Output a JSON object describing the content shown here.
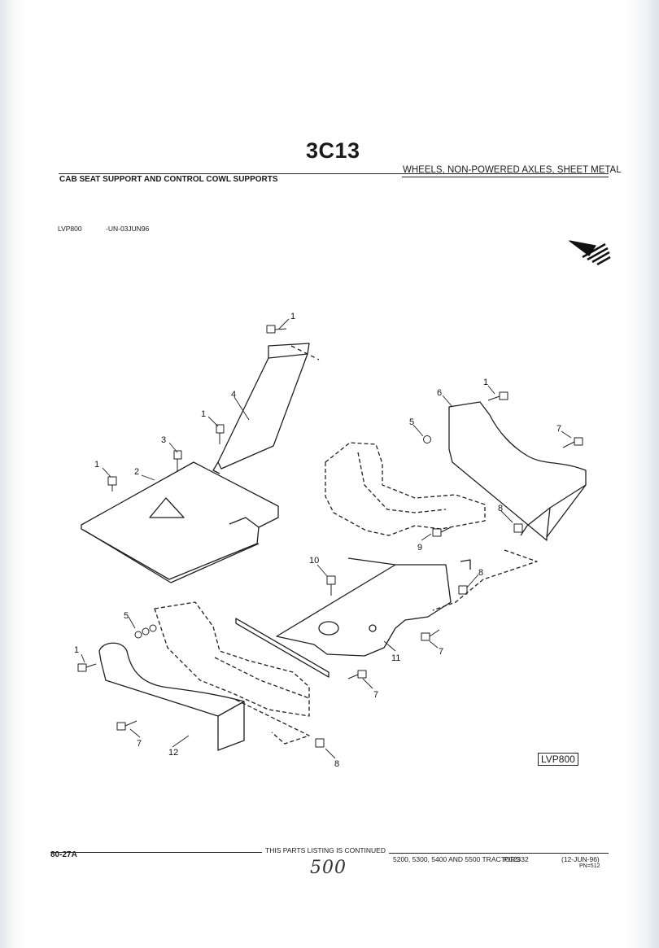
{
  "header": {
    "page_number": "3C13",
    "section_title": "WHEELS, NON-POWERED AXLES, SHEET METAL",
    "group_title": "CAB SEAT SUPPORT AND CONTROL COWL SUPPORTS"
  },
  "reference": {
    "code": "LVP800",
    "date": "-UN-03JUN96"
  },
  "diagram": {
    "label": "LVP800",
    "callouts": [
      "1",
      "1",
      "1",
      "1",
      "1",
      "2",
      "3",
      "4",
      "5",
      "5",
      "6",
      "7",
      "7",
      "7",
      "7",
      "8",
      "8",
      "8",
      "9",
      "10",
      "11",
      "12"
    ],
    "icons": [
      "direction-arrow-icon"
    ]
  },
  "footer": {
    "page_ref": "80-27A",
    "continued": "THIS PARTS LISTING IS CONTINUED",
    "models": "5200, 5300, 5400 AND 5500 TRACTORS",
    "catalog": "PC2332",
    "date": "(12-JUN-96)",
    "pn": "PN=512",
    "handwritten": "500"
  }
}
